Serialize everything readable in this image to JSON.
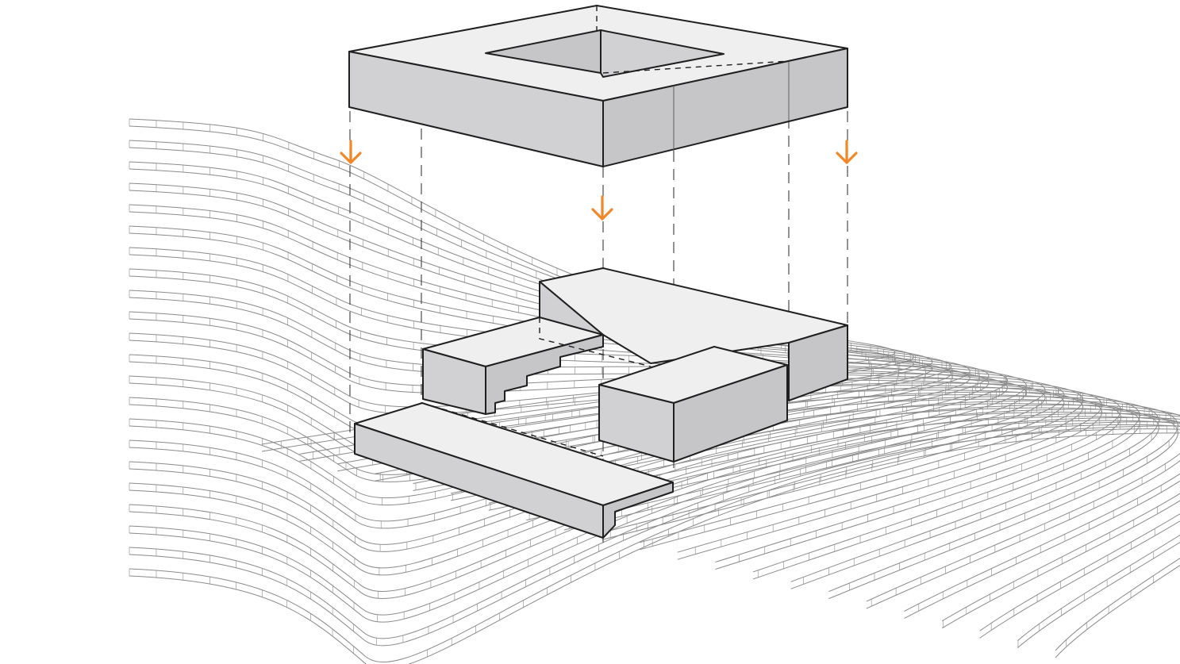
{
  "diagram": {
    "kind": "exploded-axonometric-massing",
    "colors": {
      "background": "#ffffff",
      "contour_line": "#8a8a8a",
      "block_top": "#efefef",
      "block_front": "#d1d1d3",
      "block_side": "#c6c6c8",
      "block_edge": "#1f1f1f",
      "projection_line": "#3a3a3a",
      "arrow": "#f0882a"
    },
    "elements": {
      "terrain": {
        "icon": "stepped-contour-terrain",
        "terrace_count": 22
      },
      "upper_block": {
        "icon": "courtyard-ring-volume",
        "shape": "square ring with central courtyard"
      },
      "lower_blocks": [
        {
          "id": "rear-long-bar",
          "shape": "long bar"
        },
        {
          "id": "stepped-left-bar",
          "shape": "bar with stepped end"
        },
        {
          "id": "right-box",
          "shape": "box"
        },
        {
          "id": "front-slab",
          "shape": "slab with notched end"
        }
      ],
      "arrows": {
        "icon": "down-arrow-icon",
        "count": 3,
        "direction": "down"
      },
      "projection_lines": {
        "count": 6,
        "style": "dashed"
      }
    }
  }
}
